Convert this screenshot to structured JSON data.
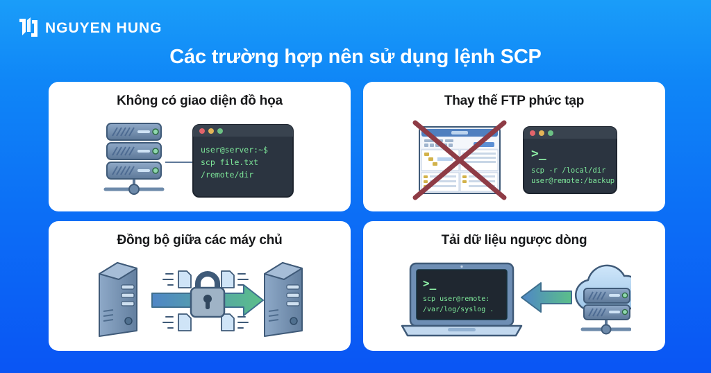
{
  "brand": {
    "name": "NGUYEN HUNG",
    "logo_icon": "nguyen-hung-monogram-icon"
  },
  "header": {
    "title": "Các trường hợp nên sử dụng lệnh SCP"
  },
  "colors": {
    "background_top": "#1a9df9",
    "background_bottom": "#0a55f4",
    "card_background": "#ffffff",
    "card_title": "#17181a",
    "terminal_background": "#2b3440",
    "terminal_text": "#7ee89a",
    "server_blue": "#6e8eb4",
    "arrow_start": "#4f86c6",
    "arrow_end": "#5bbf8a",
    "cross_red": "#8e3b45"
  },
  "cards": [
    {
      "id": "no-gui",
      "title": "Không có giao diện đồ họa",
      "icons": [
        "server-rack-icon",
        "connector-line-icon",
        "terminal-window-icon"
      ],
      "terminal": {
        "dots": [
          "red",
          "yellow",
          "green"
        ],
        "lines": [
          "user@server:~$",
          "scp file.txt",
          "/remote/dir"
        ]
      }
    },
    {
      "id": "replace-ftp",
      "title": "Thay thế FTP phức tạp",
      "icons": [
        "ftp-client-window-icon",
        "red-cross-icon",
        "terminal-window-icon"
      ],
      "terminal": {
        "dots": [
          "red",
          "yellow",
          "green"
        ],
        "prompt": ">_",
        "lines": [
          "scp -r /local/dir",
          "user@remote:/backup"
        ]
      }
    },
    {
      "id": "sync-servers",
      "title": "Đồng bộ giữa các máy chủ",
      "icons": [
        "server-tower-icon",
        "transfer-arrow-icon",
        "padlock-icon",
        "file-icon",
        "server-tower-icon"
      ]
    },
    {
      "id": "download-upstream",
      "title": "Tải dữ liệu ngược dòng",
      "icons": [
        "laptop-terminal-icon",
        "left-arrow-icon",
        "cloud-server-icon"
      ],
      "terminal": {
        "prompt": ">_",
        "lines": [
          "scp user@remote:",
          "/var/log/syslog ."
        ]
      }
    }
  ]
}
